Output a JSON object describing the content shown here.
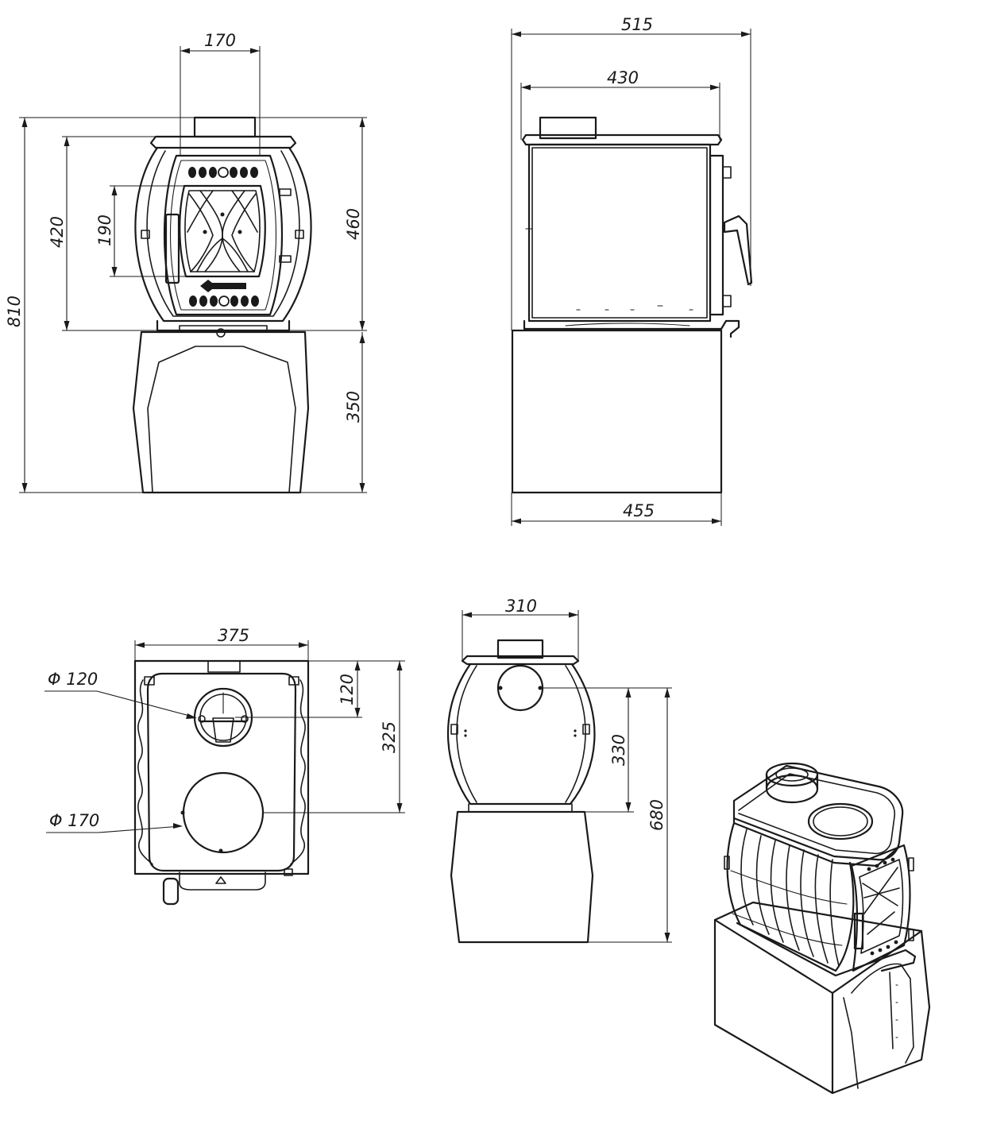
{
  "views": {
    "front": {
      "width_top": "170",
      "height_total": "810",
      "height_body": "420",
      "height_door_glass": "190",
      "height_upper": "460",
      "height_stand": "350"
    },
    "side": {
      "depth_total": "515",
      "depth_body": "430",
      "depth_stand": "455"
    },
    "top": {
      "width": "375",
      "flue_diameter": "Φ 120",
      "hob_diameter": "Φ 170",
      "flue_offset": "120",
      "hob_offset": "325"
    },
    "rear": {
      "width": "310",
      "outlet_height": "330",
      "height_total": "680"
    }
  }
}
